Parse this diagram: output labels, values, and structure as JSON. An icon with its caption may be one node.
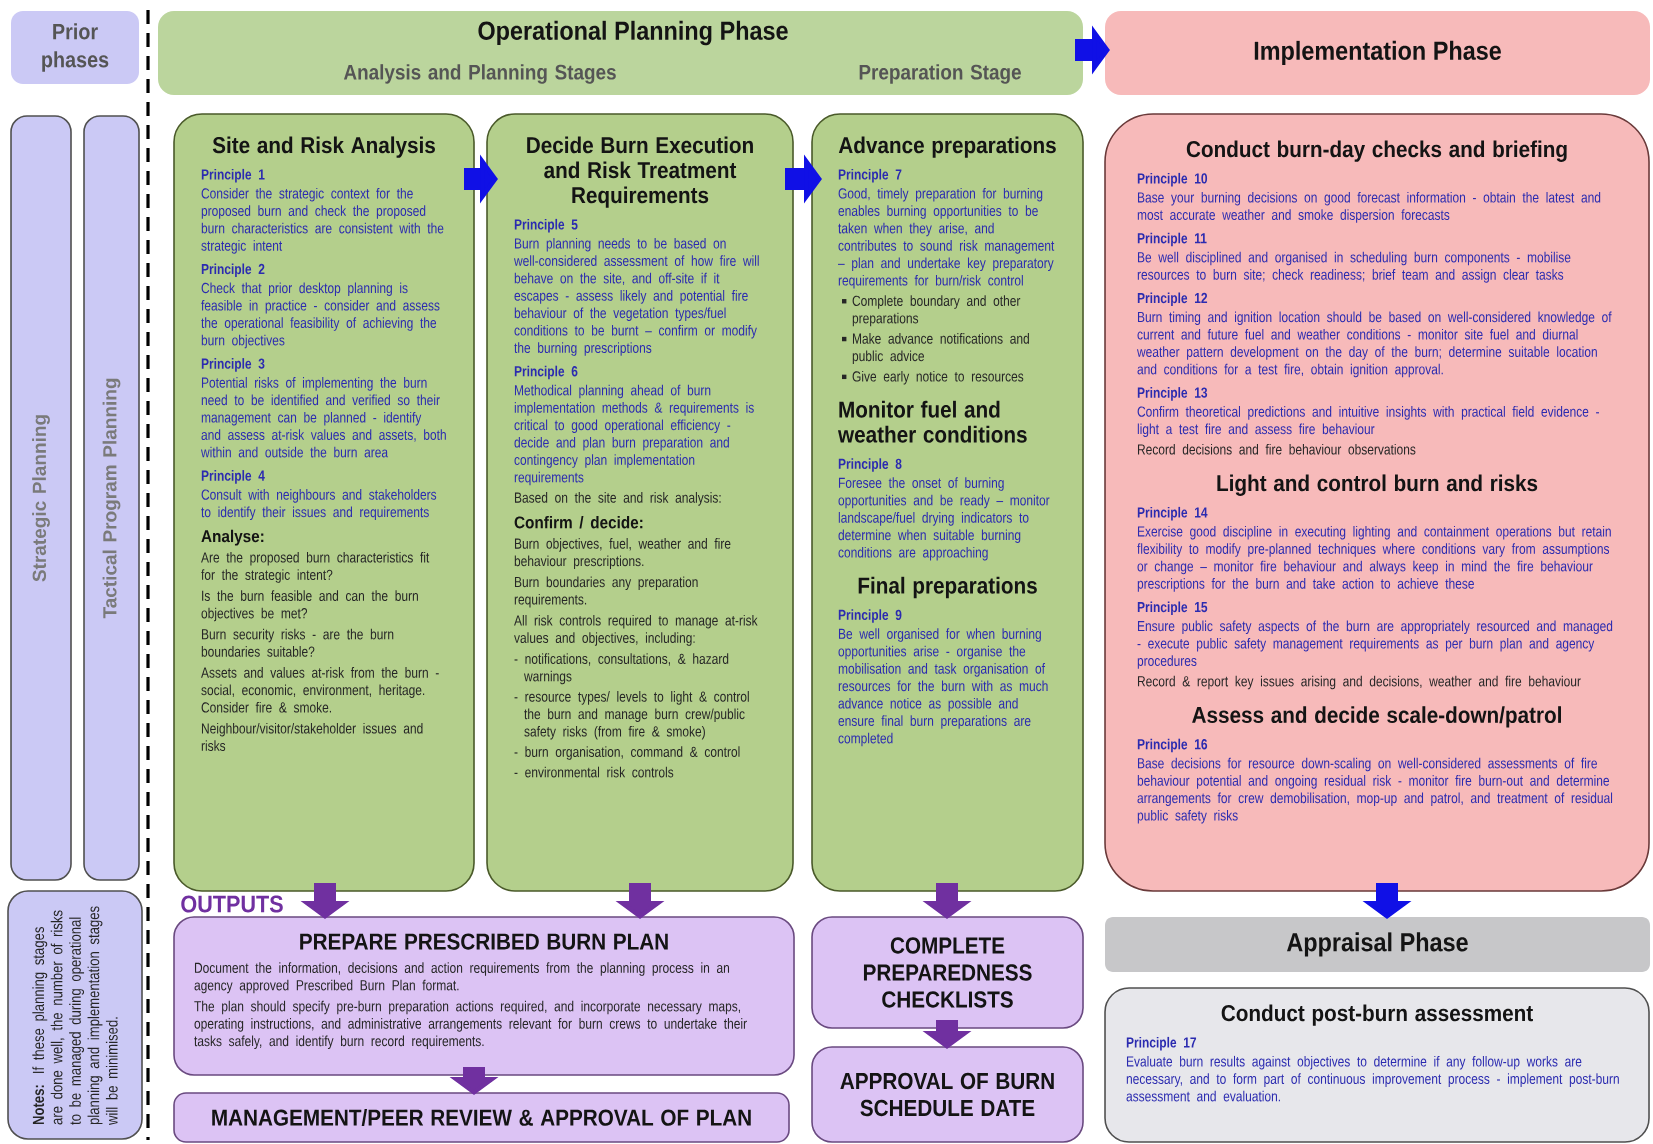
{
  "diagram": {
    "nodes": [
      {
        "text": [
          "Prior phases"
        ]
      },
      {
        "text": [
          "Strategic Planning"
        ]
      },
      {
        "text": [
          "Tactical Program Planning"
        ]
      },
      {
        "text": [
          "**Notes:** If these planning stages are done well, the number of risks to be managed during operational planning and implementation stages will be minimised."
        ]
      },
      {
        "text": [
          "Operational Planning Phase",
          "Analysis and Planning Stages",
          "Preparation Stage"
        ]
      },
      {
        "text": [
          "Implementation Phase"
        ]
      },
      {
        "text": [
          "Site and Risk Analysis",
          "Principle 1",
          "Consider the strategic context for the proposed burn and check the proposed burn characteristics are consistent with the strategic intent",
          "Principle 2",
          "Check that prior desktop planning is feasible in practice - consider and assess the operational feasibility of achieving the burn objectives",
          "Principle 3",
          "Potential risks of implementing the burn need to be identified and verified so their management can be planned - identify and assess at-risk values and assets, both within and outside the burn area",
          "Principle 4",
          "Consult with neighbours and stakeholders to identify their issues and requirements",
          "Analyse:",
          "Are the proposed burn characteristics fit for the strategic intent?",
          "Is the burn feasible and can the burn objectives be met?",
          "Burn security risks - are the burn boundaries suitable?",
          "Assets and values at-risk from the burn - social, economic, environment, heritage. Consider fire & smoke.",
          "Neighbour/visitor/stakeholder issues and risks"
        ]
      },
      {
        "text": [
          "Decide Burn Execution and Risk Treatment Requirements",
          "Principle 5",
          "Burn planning needs to be based on well-considered assessment of how fire will behave on the site, and off-site if it escapes - assess likely and potential fire behaviour of the vegetation types/fuel conditions to be burnt – confirm or modify the burning prescriptions",
          "Principle 6",
          "Methodical planning ahead of burn implementation methods & requirements is critical to good operational efficiency - decide and plan burn preparation and contingency plan implementation requirements",
          "Based on the site and risk analysis:",
          "Confirm / decide:",
          "Burn objectives, fuel, weather and fire behaviour prescriptions.",
          "Burn boundaries any preparation requirements.",
          "All risk controls required to manage at-risk values and objectives, including:",
          "- notifications, consultations, & hazard warnings",
          "- resource types/ levels to light & control the burn and manage burn crew/public safety risks (from fire & smoke)",
          "- burn organisation, command & control",
          "- environmental risk controls"
        ]
      },
      {
        "text": [
          "Advance preparations",
          "Principle 7",
          "Good, timely preparation for burning enables burning opportunities to be taken when they arise, and contributes to sound risk management – plan and undertake key preparatory requirements for burn/risk control",
          "Complete boundary and other preparations",
          "Make advance notifications and public advice",
          "Give early notice to resources",
          "Monitor fuel and weather conditions",
          "Principle 8",
          "Foresee the onset of burning opportunities and be ready – monitor landscape/fuel drying indicators to determine when suitable burning conditions are approaching",
          "Final preparations",
          "Principle 9",
          "Be well organised for when burning opportunities arise - organise the mobilisation and task organisation of resources for the burn with as much advance notice as possible and ensure final burn preparations are completed"
        ]
      },
      {
        "text": [
          "Conduct burn-day checks and briefing",
          "Principle 10",
          "Base your burning decisions on good forecast information - obtain the latest and most accurate weather and smoke dispersion forecasts",
          "Principle 11",
          "Be well disciplined and organised in scheduling burn components - mobilise resources to burn site; check readiness; brief team and assign clear tasks",
          "Principle 12",
          "Burn timing and ignition location should be based on well-considered knowledge of current and future fuel and weather conditions - monitor site fuel and diurnal weather pattern development on the day of the burn; determine suitable location and conditions for a test fire, obtain ignition approval.",
          "Principle 13",
          "Confirm theoretical predictions and intuitive insights with practical field evidence - light a test fire and assess fire behaviour",
          "Record decisions and fire behaviour observations",
          "Light and control burn and risks",
          "Principle 14",
          "Exercise good discipline in executing lighting and containment operations but retain flexibility to modify pre-planned techniques where conditions vary from assumptions or change – monitor fire behaviour and always keep in mind the fire behaviour prescriptions for the burn and take action to achieve these",
          "Principle 15",
          "Ensure public safety aspects of the burn are appropriately resourced and managed - execute public safety management requirements as per burn plan and agency procedures",
          "Record & report key issues arising and decisions, weather and fire behaviour",
          "Assess and decide scale-down/patrol",
          "Principle 16",
          "Base decisions for resource down-scaling on well-considered assessments of fire behaviour potential and ongoing residual risk - monitor fire burn-out and determine arrangements for crew demobilisation, mop-up and patrol, and treatment of residual public safety risks"
        ]
      },
      {
        "text": [
          "PREPARE PRESCRIBED BURN PLAN",
          "Document the information, decisions and action requirements from the planning process in an agency approved Prescribed Burn Plan format.",
          "The plan should specify pre-burn preparation actions required, and incorporate necessary maps, operating instructions, and administrative arrangements relevant for burn crews to undertake their tasks safely, and identify burn record requirements."
        ]
      },
      {
        "text": [
          "MANAGEMENT/PEER REVIEW & APPROVAL OF PLAN"
        ]
      },
      {
        "text": [
          "COMPLETE PREPAREDNESS CHECKLISTS"
        ]
      },
      {
        "text": [
          "APPROVAL OF BURN SCHEDULE DATE"
        ]
      },
      {
        "text": [
          "Appraisal Phase"
        ]
      },
      {
        "text": [
          "Conduct post-burn assessment",
          "Principle 17",
          "Evaluate burn results against objectives to determine if any follow-up works are necessary, and to form part of continuous improvement process - implement post-burn assessment and evaluation."
        ]
      }
    ],
    "edges": [
      {
        "from": 4,
        "to": 5,
        "arrow": "to",
        "color": "#1010e6"
      },
      {
        "from": 6,
        "to": 7,
        "arrow": "to",
        "color": "#1010e6"
      },
      {
        "from": 7,
        "to": 8,
        "arrow": "to",
        "color": "#1010e6"
      },
      {
        "from": 6,
        "to": 10,
        "arrow": "to"
      },
      {
        "from": 7,
        "to": 10,
        "arrow": "to"
      },
      {
        "from": 10,
        "to": 11,
        "arrow": "to"
      },
      {
        "from": 8,
        "to": 12,
        "arrow": "to"
      },
      {
        "from": 12,
        "to": 13,
        "arrow": "to"
      },
      {
        "from": 9,
        "to": 14,
        "arrow": "to",
        "color": "#1010e6"
      }
    ],
    "labels": [
      "OUTPUTS"
    ]
  }
}
